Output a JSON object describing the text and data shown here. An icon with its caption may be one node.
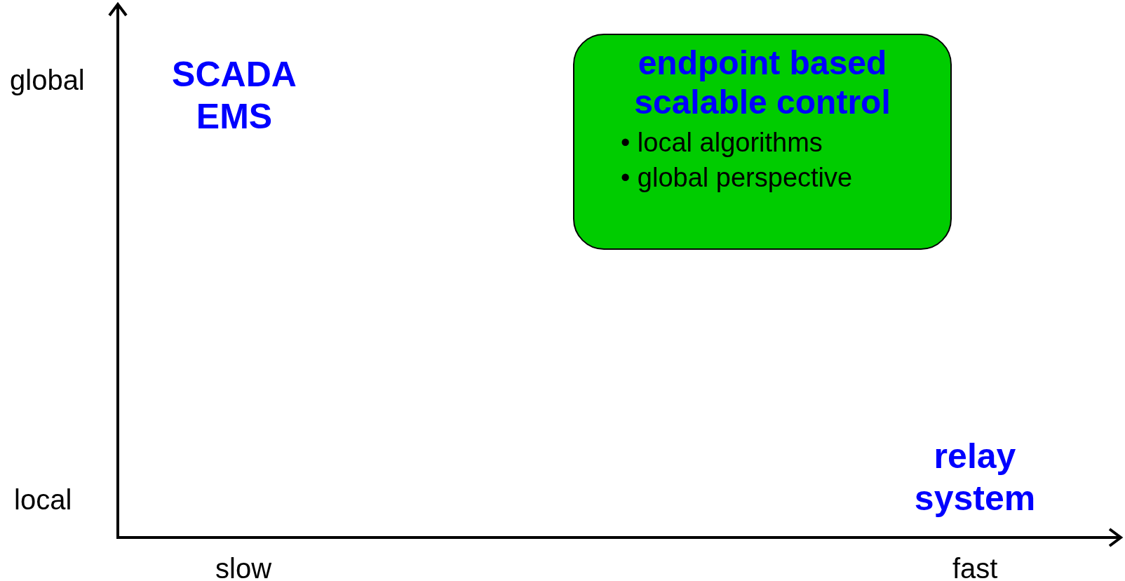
{
  "diagram": {
    "nodes": [
      {
        "text": [
          "endpoint based scalable control",
          "• local algorithms",
          "• global perspective"
        ]
      }
    ],
    "labels": [
      "global",
      "local",
      "slow",
      "fast",
      "SCADA EMS",
      "relay system"
    ]
  }
}
